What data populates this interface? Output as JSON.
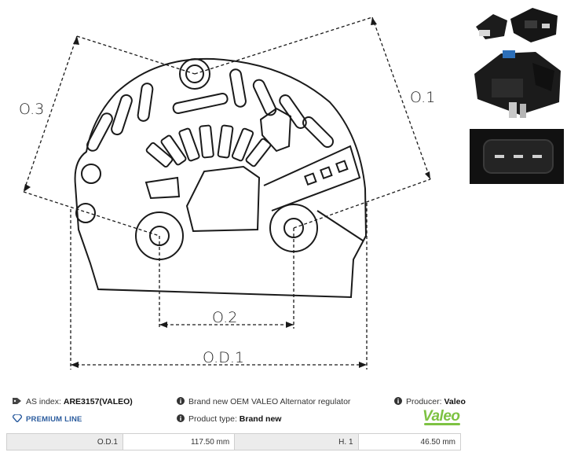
{
  "diagram": {
    "labels": {
      "od1": "O.D.1",
      "o1": "O.1",
      "o2": "O.2",
      "o3": "O.3"
    }
  },
  "product": {
    "as_index_label": "AS index:",
    "as_index_value": "ARE3157(VALEO)",
    "premium_label": "PREMIUM LINE",
    "description": "Brand new OEM VALEO Alternator regulator",
    "product_type_label": "Product type:",
    "product_type_value": "Brand new",
    "producer_label": "Producer:",
    "producer_value": "Valeo",
    "brand_logo": "Valeo"
  },
  "params": [
    {
      "label": "O.D.1",
      "value": "117.50 mm"
    },
    {
      "label": "H. 1",
      "value": "46.50 mm"
    }
  ],
  "icons": {
    "tag": "tag-icon",
    "info": "info-icon",
    "premium": "diamond-icon"
  },
  "colors": {
    "premium": "#2b5c9e",
    "brand": "#7dc242"
  }
}
